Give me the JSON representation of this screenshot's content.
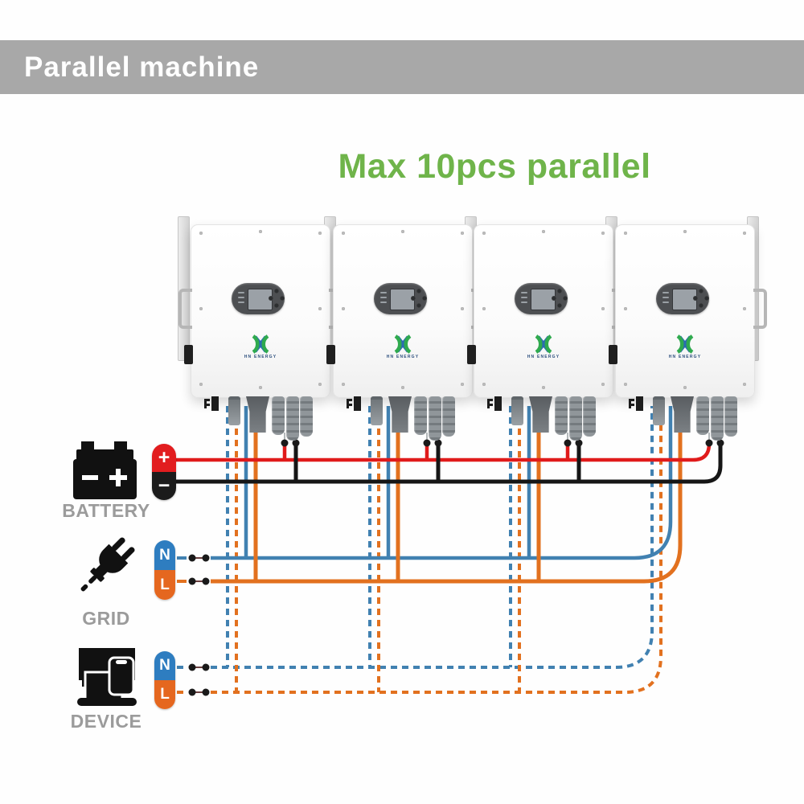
{
  "header": {
    "title": "Parallel machine"
  },
  "headline": {
    "text": "Max 10pcs parallel"
  },
  "inverters": {
    "count": 4,
    "brand_caption": "HN ENERGY"
  },
  "battery": {
    "label": "BATTERY",
    "plus": "+",
    "minus": "−"
  },
  "grid": {
    "label": "GRID",
    "neutral": "N",
    "line": "L"
  },
  "device": {
    "label": "DEVICE",
    "neutral": "N",
    "line": "L"
  },
  "colors": {
    "header_bg": "#a8a8a8",
    "headline_green": "#6fb44a",
    "wire_red": "#e01b1b",
    "wire_black": "#161616",
    "wire_blue": "#4181b1",
    "wire_orange": "#e2711f",
    "capsule_blue": "#2e7dc0",
    "capsule_orange": "#e5671f",
    "capsule_red": "#e21d1f",
    "capsule_black": "#1b1b1b",
    "label_gray": "#9b9b9b"
  }
}
